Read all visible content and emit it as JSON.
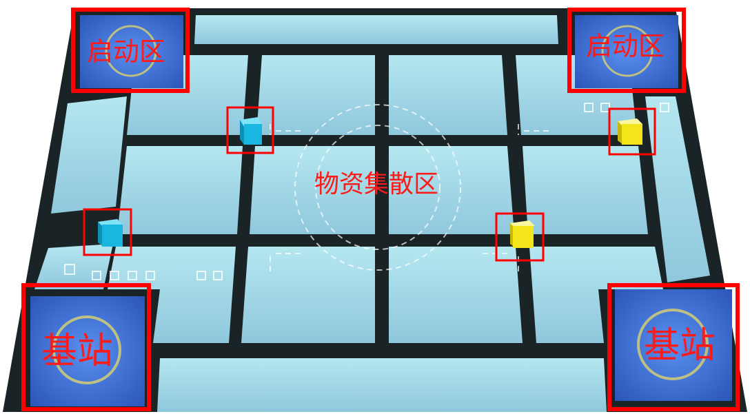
{
  "zones": {
    "start_left": "启动区",
    "start_right": "启动区",
    "collection": "物资集散区",
    "base_left": "基站",
    "base_right": "基站"
  },
  "colors": {
    "background": "#ffffff",
    "board_floor": "#9fd3e3",
    "board_line": "#1a2426",
    "pad_fill": "#3a6fd8",
    "highlight_box": "#ff0000",
    "label_text": "#ff1a1a",
    "cube_cyan": "#18b6e0",
    "cube_yellow": "#f4e51a"
  },
  "items": [
    {
      "type": "cube",
      "color": "cyan"
    },
    {
      "type": "cube",
      "color": "yellow"
    },
    {
      "type": "cube",
      "color": "cyan"
    },
    {
      "type": "cube",
      "color": "yellow"
    }
  ]
}
